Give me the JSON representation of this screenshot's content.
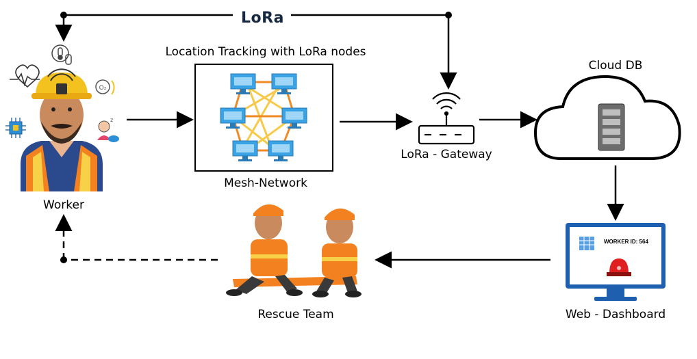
{
  "lora_logo": "LoRa",
  "labels": {
    "location_tracking": "Location Tracking with LoRa nodes",
    "cloud_db": "Cloud DB",
    "lora_gateway": "LoRa - Gateway",
    "mesh_network": "Mesh-Network",
    "worker": "Worker",
    "rescue_team": "Rescue Team",
    "web_dashboard": "Web - Dashboard"
  },
  "dashboard": {
    "worker_id": "WORKER ID: 564"
  },
  "colors": {
    "helmet": "#f4c21f",
    "vest": "#f4811f",
    "screen": "#1f5fb0",
    "node": "#3aa3e6",
    "mesh_lines_orange": "#f08a24",
    "mesh_lines_yellow": "#f7c948",
    "alarm": "#e02020"
  }
}
